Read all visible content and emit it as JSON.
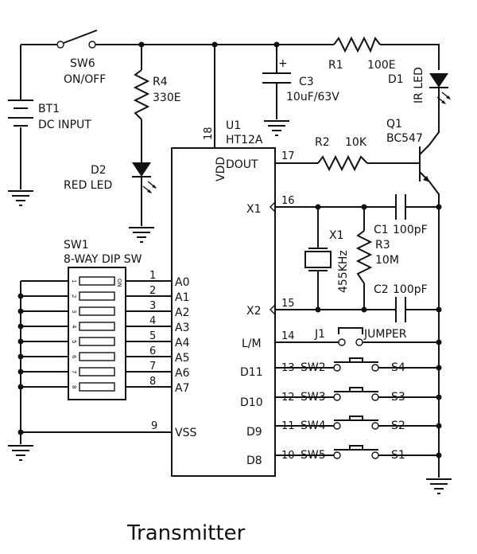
{
  "caption": "Transmitter",
  "parts": {
    "sw6": {
      "ref": "SW6",
      "value": "ON/OFF"
    },
    "bt1": {
      "ref": "BT1",
      "value": "DC INPUT"
    },
    "r4": {
      "ref": "R4",
      "value": "330E"
    },
    "d2": {
      "ref": "D2",
      "value": "RED LED"
    },
    "c3": {
      "ref": "C3",
      "value": "10uF/63V",
      "polarity": "+"
    },
    "r1": {
      "ref": "R1",
      "value": "100E"
    },
    "d1": {
      "ref": "D1",
      "value": "IR LED"
    },
    "u1": {
      "ref": "U1",
      "value": "HT12A"
    },
    "r2": {
      "ref": "R2",
      "value": "10K"
    },
    "q1": {
      "ref": "Q1",
      "value": "BC547"
    },
    "x1": {
      "ref": "X1",
      "value": "455KHz"
    },
    "c1": {
      "ref": "C1",
      "value": "100pF"
    },
    "r3": {
      "ref": "R3",
      "value": "10M"
    },
    "c2": {
      "ref": "C2",
      "value": "100pF"
    },
    "sw1": {
      "ref": "SW1",
      "value": "8-WAY DIP SW",
      "on_label": "ON"
    },
    "j1": {
      "ref": "J1",
      "value": "JUMPER"
    },
    "sw2": {
      "ref": "SW2",
      "value": "S4"
    },
    "sw3": {
      "ref": "SW3",
      "value": "S3"
    },
    "sw4": {
      "ref": "SW4",
      "value": "S2"
    },
    "sw5": {
      "ref": "SW5",
      "value": "S1"
    }
  },
  "ic_pins": {
    "vdd": {
      "num": "18",
      "name": "VDD"
    },
    "dout": {
      "num": "17",
      "name": "DOUT"
    },
    "x1": {
      "num": "16",
      "name": "X1"
    },
    "x2": {
      "num": "15",
      "name": "X2"
    },
    "lm": {
      "num": "14",
      "name": "L/M"
    },
    "d11": {
      "num": "13",
      "name": "D11"
    },
    "d10": {
      "num": "12",
      "name": "D10"
    },
    "d9": {
      "num": "11",
      "name": "D9"
    },
    "d8": {
      "num": "10",
      "name": "D8"
    },
    "vss": {
      "num": "9",
      "name": "VSS"
    }
  },
  "address_pins": [
    {
      "num": "1",
      "name": "A0",
      "dip": "1"
    },
    {
      "num": "2",
      "name": "A1",
      "dip": "2"
    },
    {
      "num": "3",
      "name": "A2",
      "dip": "3"
    },
    {
      "num": "4",
      "name": "A3",
      "dip": "4"
    },
    {
      "num": "5",
      "name": "A4",
      "dip": "5"
    },
    {
      "num": "6",
      "name": "A5",
      "dip": "6"
    },
    {
      "num": "7",
      "name": "A6",
      "dip": "7"
    },
    {
      "num": "8",
      "name": "A7",
      "dip": "8"
    }
  ]
}
